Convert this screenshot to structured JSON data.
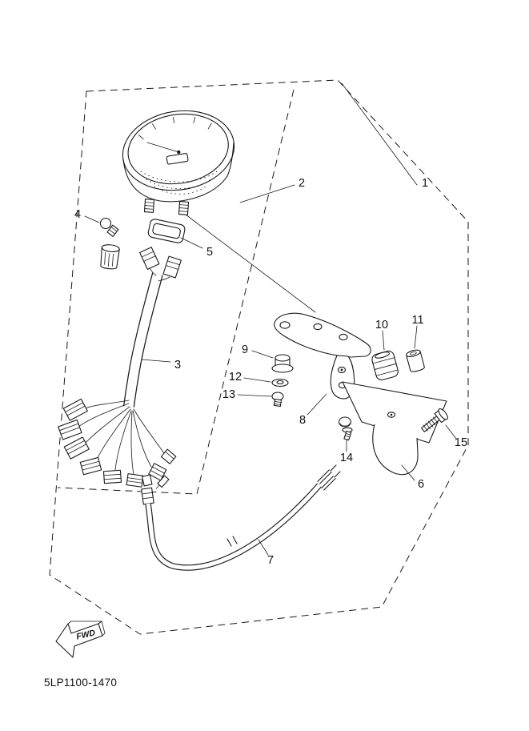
{
  "meta": {
    "drawing_number": "5LP1100-1470",
    "fwd_label": "FWD",
    "line_color": "#1a1a1a",
    "background_color": "#ffffff"
  },
  "callouts": [
    "1",
    "2",
    "3",
    "4",
    "5",
    "6",
    "7",
    "8",
    "9",
    "10",
    "11",
    "12",
    "13",
    "14",
    "15"
  ]
}
